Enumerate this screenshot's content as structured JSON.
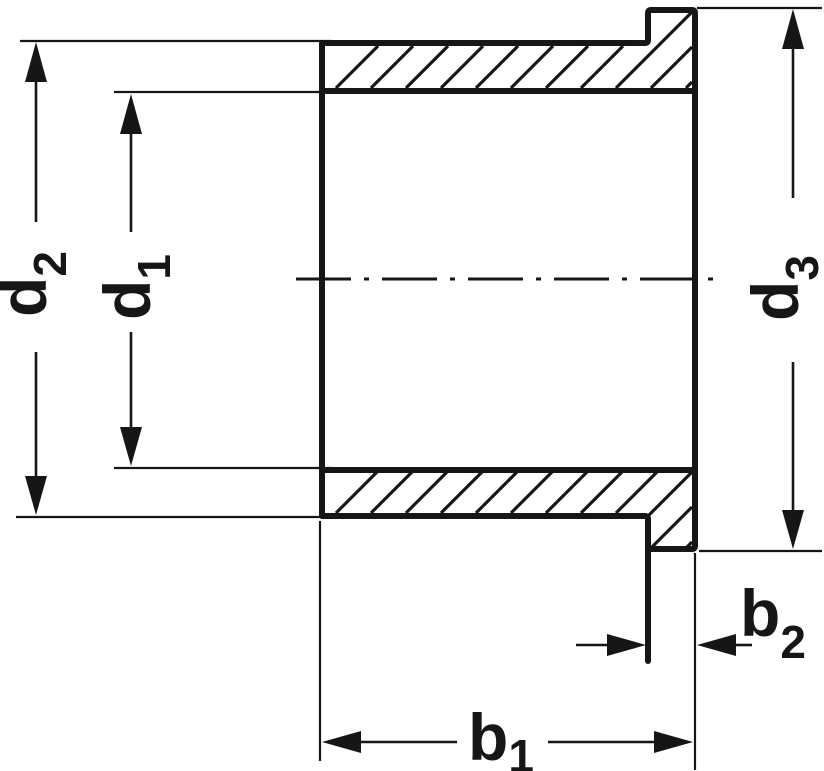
{
  "diagram": {
    "kind": "technical-drawing-cross-section",
    "subject": "flanged bushing half-section with dimension callouts",
    "colors": {
      "line": "#161616",
      "background": "#ffffff"
    },
    "labels": {
      "d2": {
        "base": "d",
        "sub": "2"
      },
      "d1": {
        "base": "d",
        "sub": "1"
      },
      "d3": {
        "base": "d",
        "sub": "3"
      },
      "b1": {
        "base": "b",
        "sub": "1"
      },
      "b2": {
        "base": "b",
        "sub": "2"
      }
    }
  }
}
